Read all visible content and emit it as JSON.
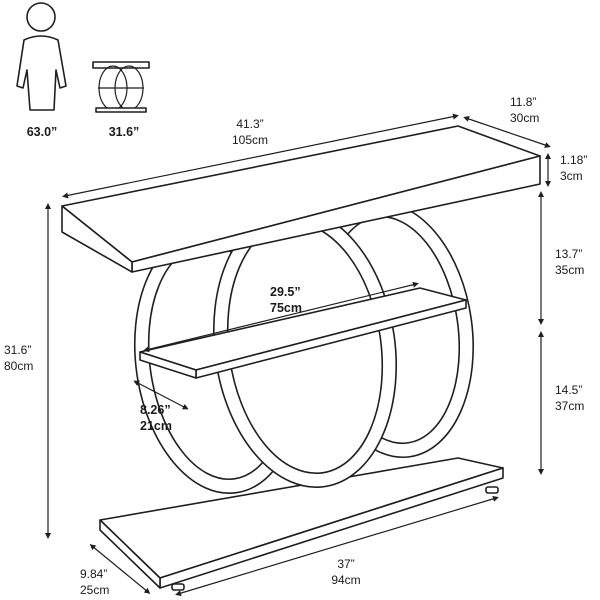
{
  "scale": {
    "person_height": "63.0”",
    "table_height": "31.6”"
  },
  "dimensions": {
    "width_top": {
      "in": "41.3”",
      "cm": "105cm"
    },
    "depth_top": {
      "in": "11.8”",
      "cm": "30cm"
    },
    "top_thickness": {
      "in": "1.18”",
      "cm": "3cm"
    },
    "height_upper": {
      "in": "13.7”",
      "cm": "35cm"
    },
    "height_lower": {
      "in": "14.5”",
      "cm": "37cm"
    },
    "total_height": {
      "in": "31.6”",
      "cm": "80cm"
    },
    "shelf_width": {
      "in": "29.5”",
      "cm": "75cm"
    },
    "shelf_depth": {
      "in": "8.26”",
      "cm": "21cm"
    },
    "base_width": {
      "in": "37”",
      "cm": "94cm"
    },
    "base_depth": {
      "in": "9.84”",
      "cm": "25cm"
    }
  },
  "icons": [
    "person-silhouette-icon",
    "console-table-thumbnail-icon"
  ]
}
